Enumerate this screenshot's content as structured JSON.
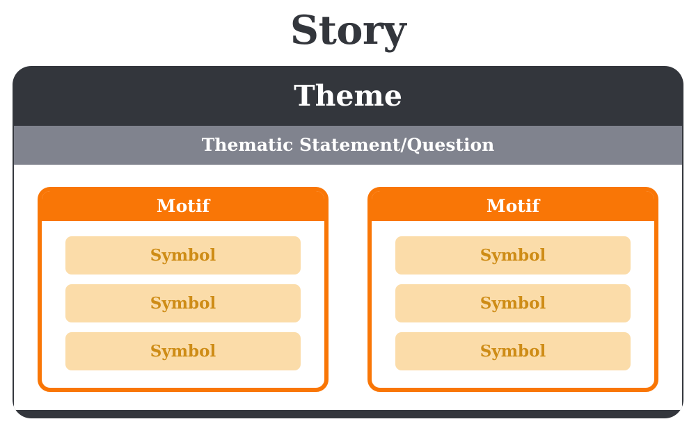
{
  "title": "Story",
  "theme": {
    "header_label": "Theme",
    "thematic_bar_label": "Thematic Statement/Question",
    "motifs": [
      {
        "label": "Motif",
        "symbols": [
          {
            "label": "Symbol"
          },
          {
            "label": "Symbol"
          },
          {
            "label": "Symbol"
          }
        ]
      },
      {
        "label": "Motif",
        "symbols": [
          {
            "label": "Symbol"
          },
          {
            "label": "Symbol"
          },
          {
            "label": "Symbol"
          }
        ]
      }
    ]
  },
  "colors": {
    "title_text": "#33363c",
    "theme_background": "#33363c",
    "thematic_bar_background": "#80838e",
    "motif_accent": "#f97606",
    "symbol_background": "#fbdca9",
    "symbol_text": "#ce8c16",
    "page_background": "#ffffff"
  }
}
